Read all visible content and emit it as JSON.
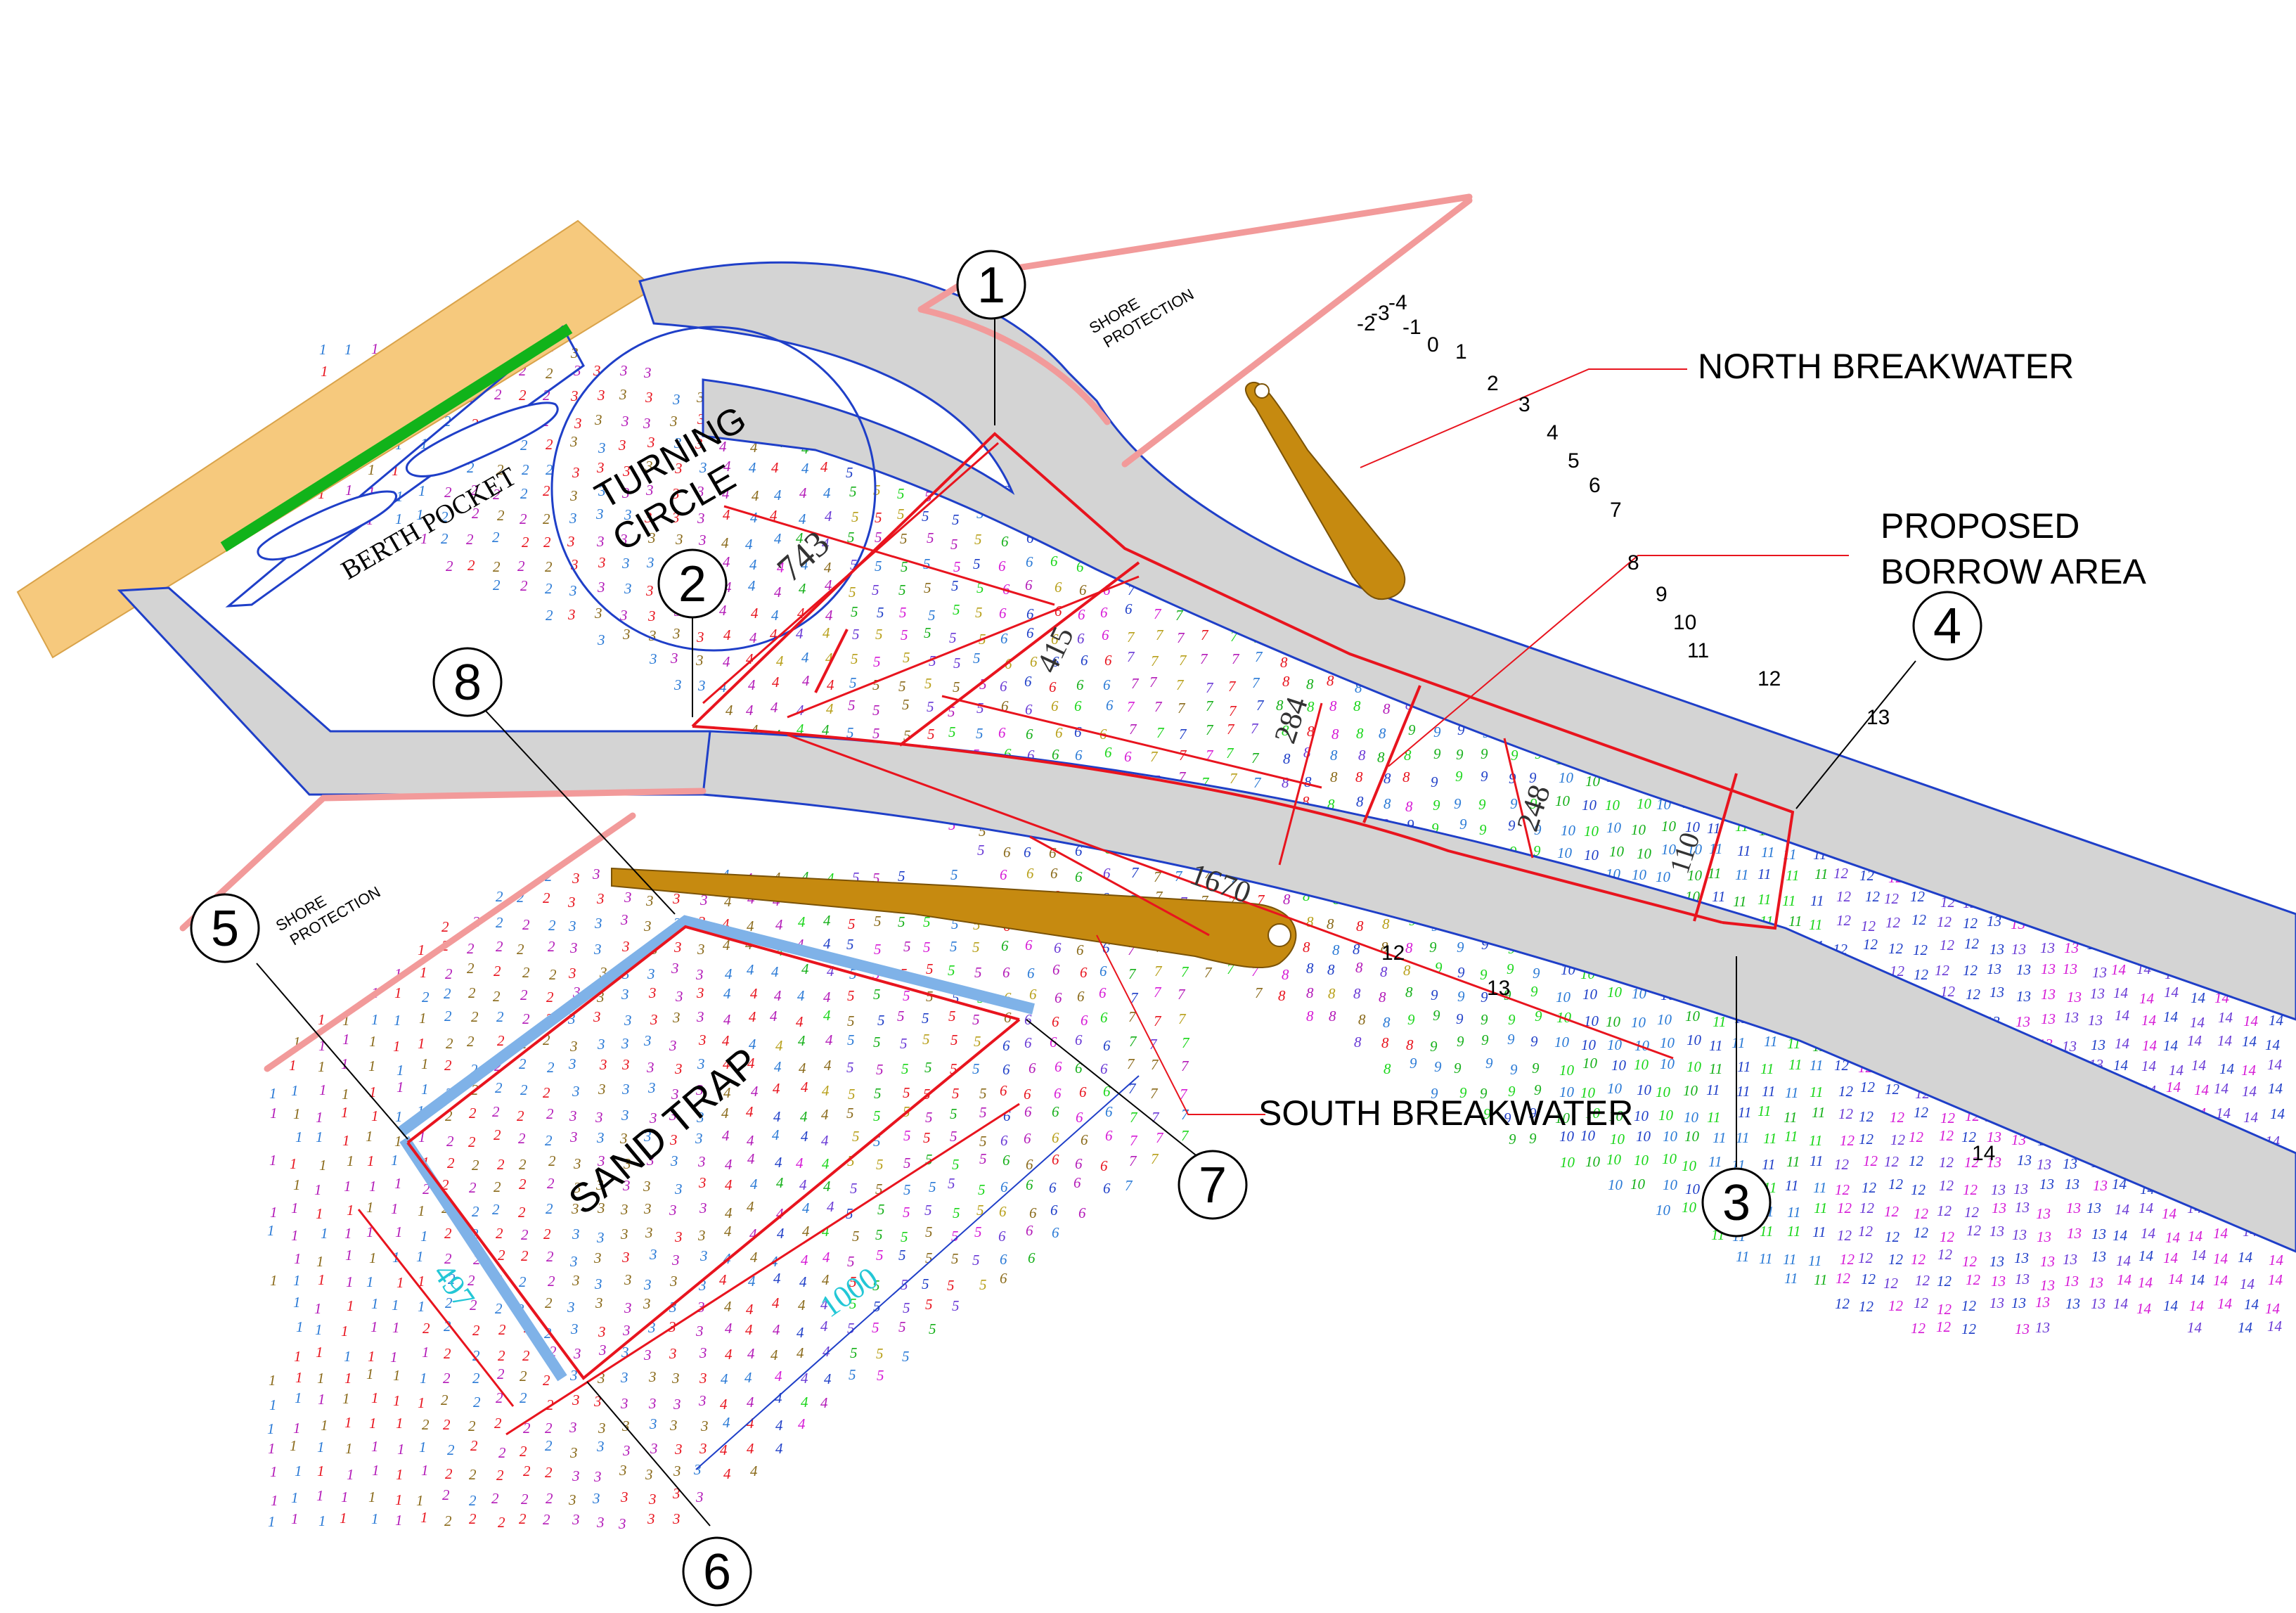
{
  "drawing": {
    "labels": {
      "north_breakwater": "NORTH BREAKWATER",
      "proposed_line1": "PROPOSED",
      "proposed_line2": "BORROW AREA",
      "south_breakwater": "SOUTH BREAKWATER",
      "turning_line1": "TURNING",
      "turning_line2": "CIRCLE",
      "berth_pocket": "BERTH POCKET",
      "sand_trap": "SAND TRAP",
      "shore_protection_line1": "SHORE",
      "shore_protection_line2": "PROTECTION"
    },
    "points": [
      "1",
      "2",
      "3",
      "4",
      "5",
      "6",
      "7",
      "8"
    ],
    "dimensions": {
      "d743": "743",
      "d415": "415",
      "d284": "284",
      "d248": "248",
      "d110": "110",
      "d1670": "1670",
      "d497": "497",
      "d1000": "1000"
    },
    "contours": {
      "north": [
        "-4",
        "-3",
        "-2",
        "-1",
        "0",
        "1",
        "2",
        "3",
        "4",
        "5",
        "6",
        "7",
        "8",
        "9",
        "10",
        "11",
        "12",
        "13"
      ],
      "south": [
        "12",
        "13",
        "14"
      ]
    },
    "colors": {
      "channel": "#d4d4d4",
      "dredge_line": "#e8141e",
      "shore_protection": "#f29a9a",
      "breakwater": "#c68a10",
      "land": "#f6c97d",
      "quay": "#11b31a",
      "sand_trap_edge": "#7fb2e8",
      "water_line": "#1f3fc8",
      "cyan_dim": "#23c7d6"
    }
  }
}
